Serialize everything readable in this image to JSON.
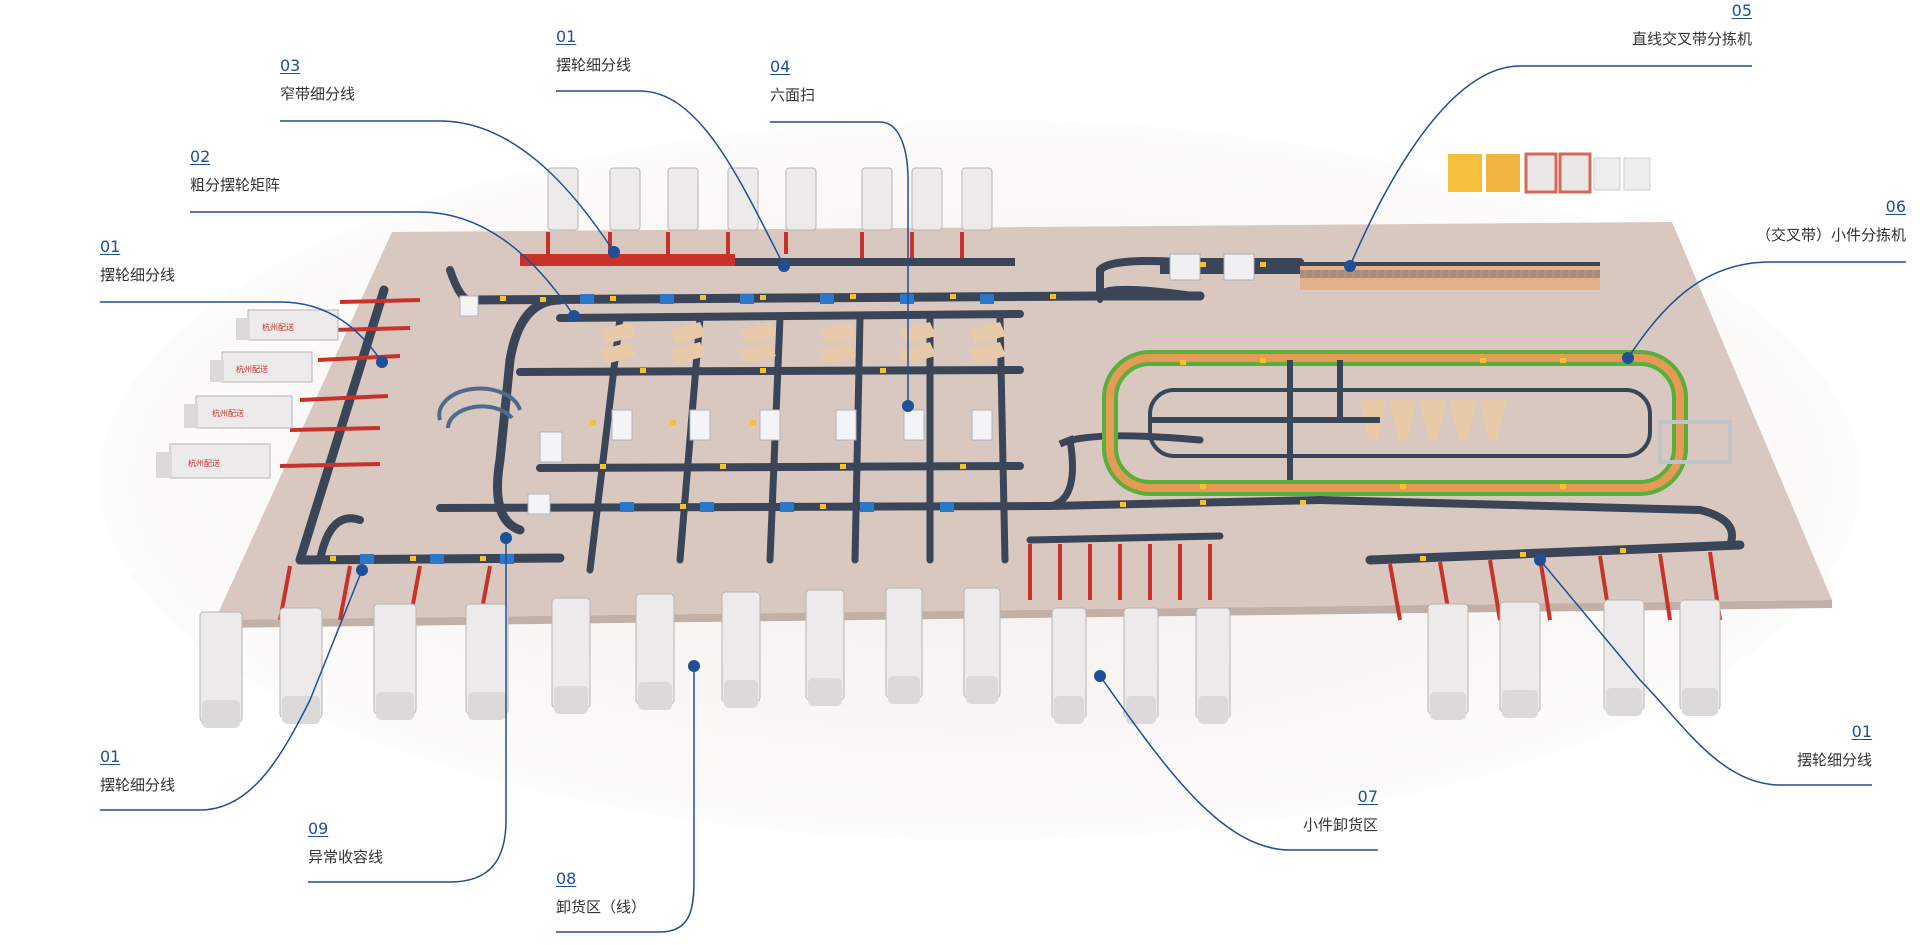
{
  "callouts": [
    {
      "id": "c01a",
      "number": "01",
      "label": "摆轮细分线"
    },
    {
      "id": "c03",
      "number": "03",
      "label": "窄带细分线"
    },
    {
      "id": "c04",
      "number": "04",
      "label": "六面扫"
    },
    {
      "id": "c05",
      "number": "05",
      "label": "直线交叉带分拣机"
    },
    {
      "id": "c02",
      "number": "02",
      "label": "粗分摆轮矩阵"
    },
    {
      "id": "c06",
      "number": "06",
      "label": "（交叉带）小件分拣机"
    },
    {
      "id": "c01b",
      "number": "01",
      "label": "摆轮细分线"
    },
    {
      "id": "c01c",
      "number": "01",
      "label": "摆轮细分线"
    },
    {
      "id": "c01d",
      "number": "01",
      "label": "摆轮细分线"
    },
    {
      "id": "c07",
      "number": "07",
      "label": "小件卸货区"
    },
    {
      "id": "c09",
      "number": "09",
      "label": "异常收容线"
    },
    {
      "id": "c08",
      "number": "08",
      "label": "卸货区（线）"
    }
  ],
  "truck_brand": "杭州配送",
  "colors": {
    "leader": "#1f4f96",
    "floor": "#d9c8c0",
    "conveyor": "#3a4658",
    "conveyor_accent": "#2d77c8",
    "chute_red": "#c8322a",
    "crossbelt_green": "#5aae3a",
    "crossbelt_orange": "#e59a55",
    "parcel_yellow": "#f2c230",
    "truck_body": "#eceaea"
  }
}
